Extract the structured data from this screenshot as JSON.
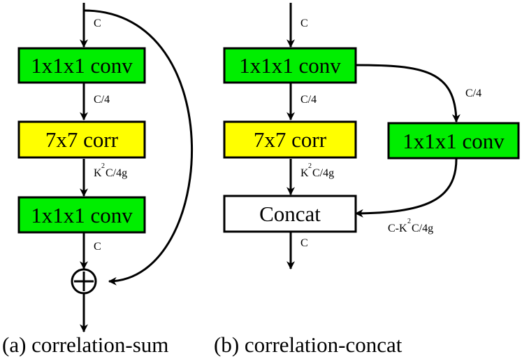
{
  "colors": {
    "conv": "#00ee00",
    "corr": "#ffff00",
    "concat": "#ffffff",
    "line": "#000000"
  },
  "icons": {
    "sum_node": "circle-plus-icon",
    "arrowhead": "arrowhead-icon"
  },
  "left": {
    "caption": "(a) correlation-sum",
    "box1": "1x1x1 conv",
    "box2": "7x7 corr",
    "box3": "1x1x1 conv",
    "lbl_in": "C",
    "lbl_c4": "C/4",
    "lbl_k_pre": "K",
    "lbl_k_sup": "2",
    "lbl_k_post": "C/4g",
    "lbl_out": "C"
  },
  "right": {
    "caption": "(b) correlation-concat",
    "box1": "1x1x1 conv",
    "box2": "7x7 corr",
    "box_side": "1x1x1 conv",
    "box_concat": "Concat",
    "lbl_in": "C",
    "lbl_c4": "C/4",
    "lbl_c4_side": "C/4",
    "lbl_k_pre": "K",
    "lbl_k_sup": "2",
    "lbl_k_post": "C/4g",
    "lbl_side_pre": "C-K",
    "lbl_side_sup": "2",
    "lbl_side_post": "C/4g",
    "lbl_out": "C"
  }
}
